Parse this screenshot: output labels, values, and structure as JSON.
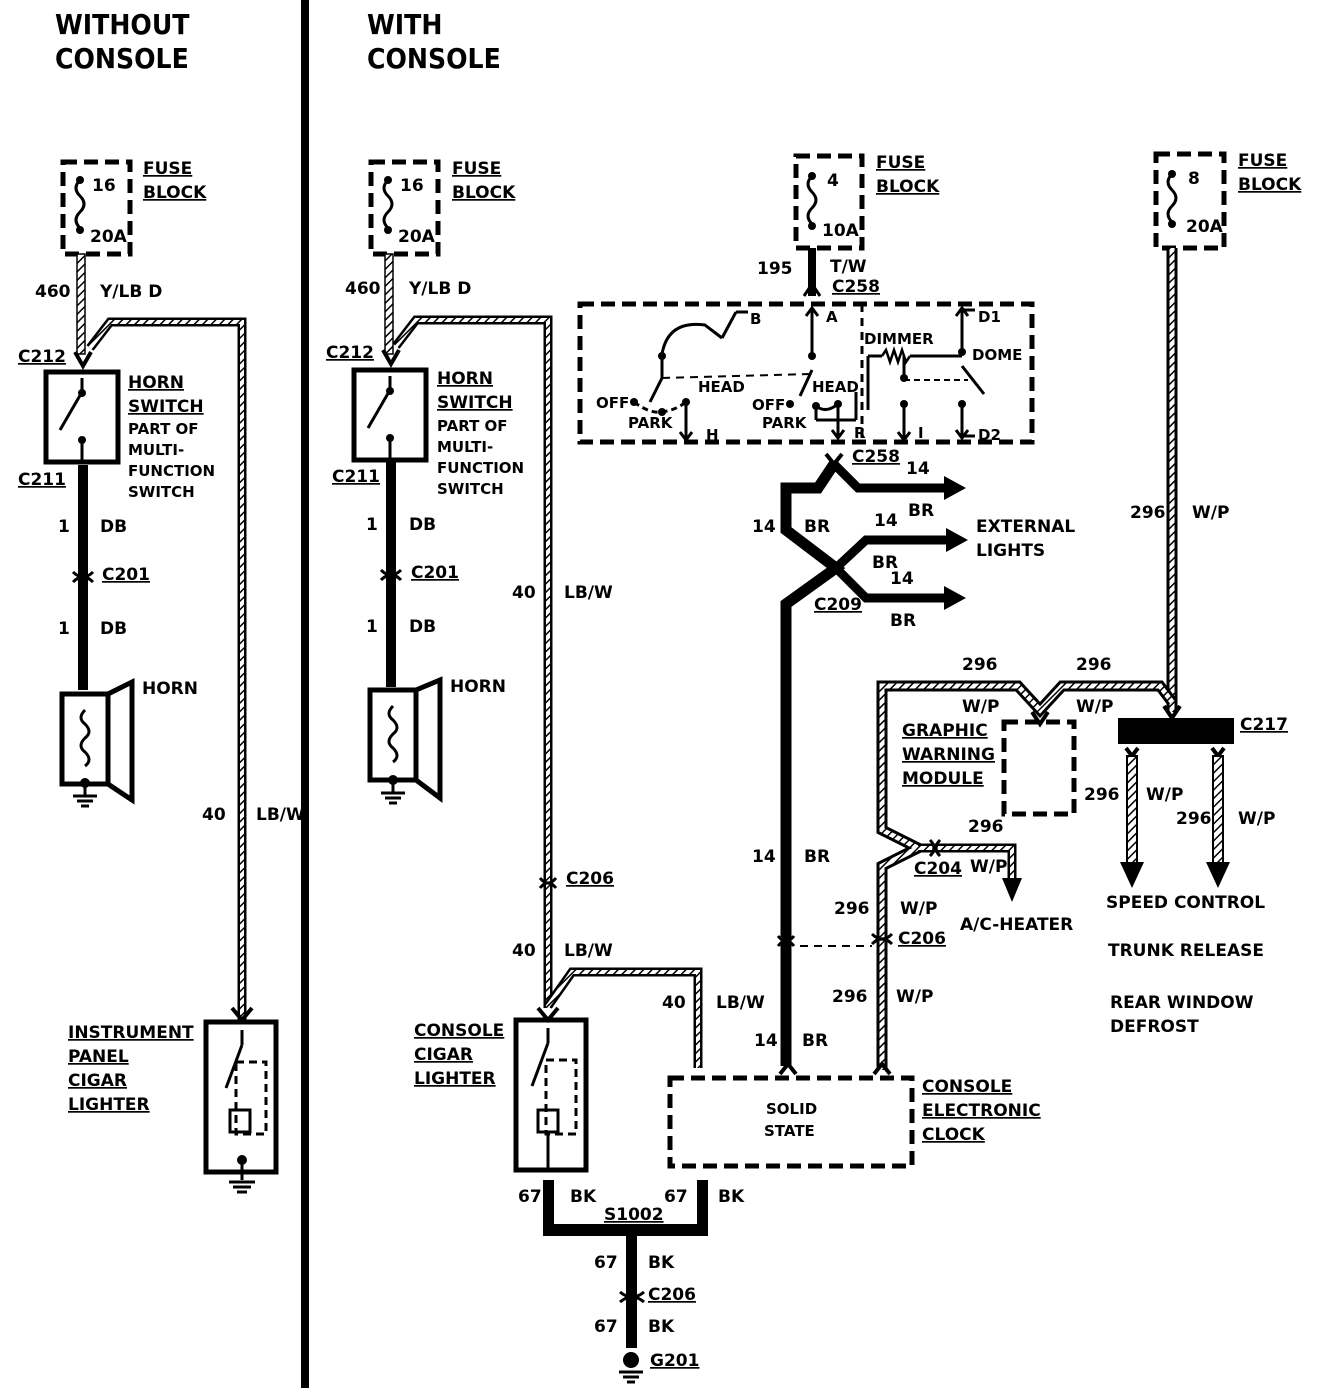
{
  "sections": {
    "without_console": "WITHOUT CONSOLE",
    "with_console": "WITH CONSOLE"
  },
  "fuse_block_label": [
    "FUSE",
    "BLOCK"
  ],
  "fuses": [
    {
      "number": "16",
      "rating": "20A"
    },
    {
      "number": "16",
      "rating": "20A"
    },
    {
      "number": "4",
      "rating": "10A"
    },
    {
      "number": "8",
      "rating": "20A"
    }
  ],
  "wires": {
    "w460": {
      "num": "460",
      "color": "Y/LB D"
    },
    "w1": {
      "num": "1",
      "color": "DB"
    },
    "w40": {
      "num": "40",
      "color": "LB/W"
    },
    "w195": {
      "num": "195",
      "color": "T/W"
    },
    "w14": {
      "num": "14",
      "color": "BR"
    },
    "w296": {
      "num": "296",
      "color": "W/P"
    },
    "w67": {
      "num": "67",
      "color": "BK"
    }
  },
  "connectors": {
    "c212": "C212",
    "c211": "C211",
    "c201": "C201",
    "c206": "C206",
    "c258": "C258",
    "c209": "C209",
    "c204": "C204",
    "c217": "C217",
    "s1002": "S1002",
    "g201": "G201"
  },
  "components": {
    "horn_switch": [
      "HORN",
      "SWITCH"
    ],
    "horn_switch_note": [
      "PART OF",
      "MULTI-",
      "FUNCTION",
      "SWITCH"
    ],
    "horn": "HORN",
    "ip_cigar_lighter": [
      "INSTRUMENT",
      "PANEL",
      "CIGAR",
      "LIGHTER"
    ],
    "console_cigar_lighter": [
      "CONSOLE",
      "CIGAR",
      "LIGHTER"
    ],
    "console_clock": [
      "CONSOLE",
      "ELECTRONIC",
      "CLOCK"
    ],
    "clock_inside": [
      "SOLID",
      "STATE"
    ],
    "graphic_warning": [
      "GRAPHIC",
      "WARNING",
      "MODULE"
    ],
    "external_lights": [
      "EXTERNAL",
      "LIGHTS"
    ],
    "ac_heater": "A/C-HEATER",
    "destinations": [
      "SPEED CONTROL",
      "TRUNK RELEASE",
      "REAR WINDOW",
      "DEFROST"
    ]
  },
  "headlamp_switch": {
    "off": "OFF",
    "park": "PARK",
    "head": "HEAD",
    "dimmer": "DIMMER",
    "dome": "DOME",
    "terminals": {
      "a": "A",
      "b": "B",
      "h": "H",
      "r": "R",
      "i": "I",
      "d1": "D1",
      "d2": "D2"
    }
  }
}
